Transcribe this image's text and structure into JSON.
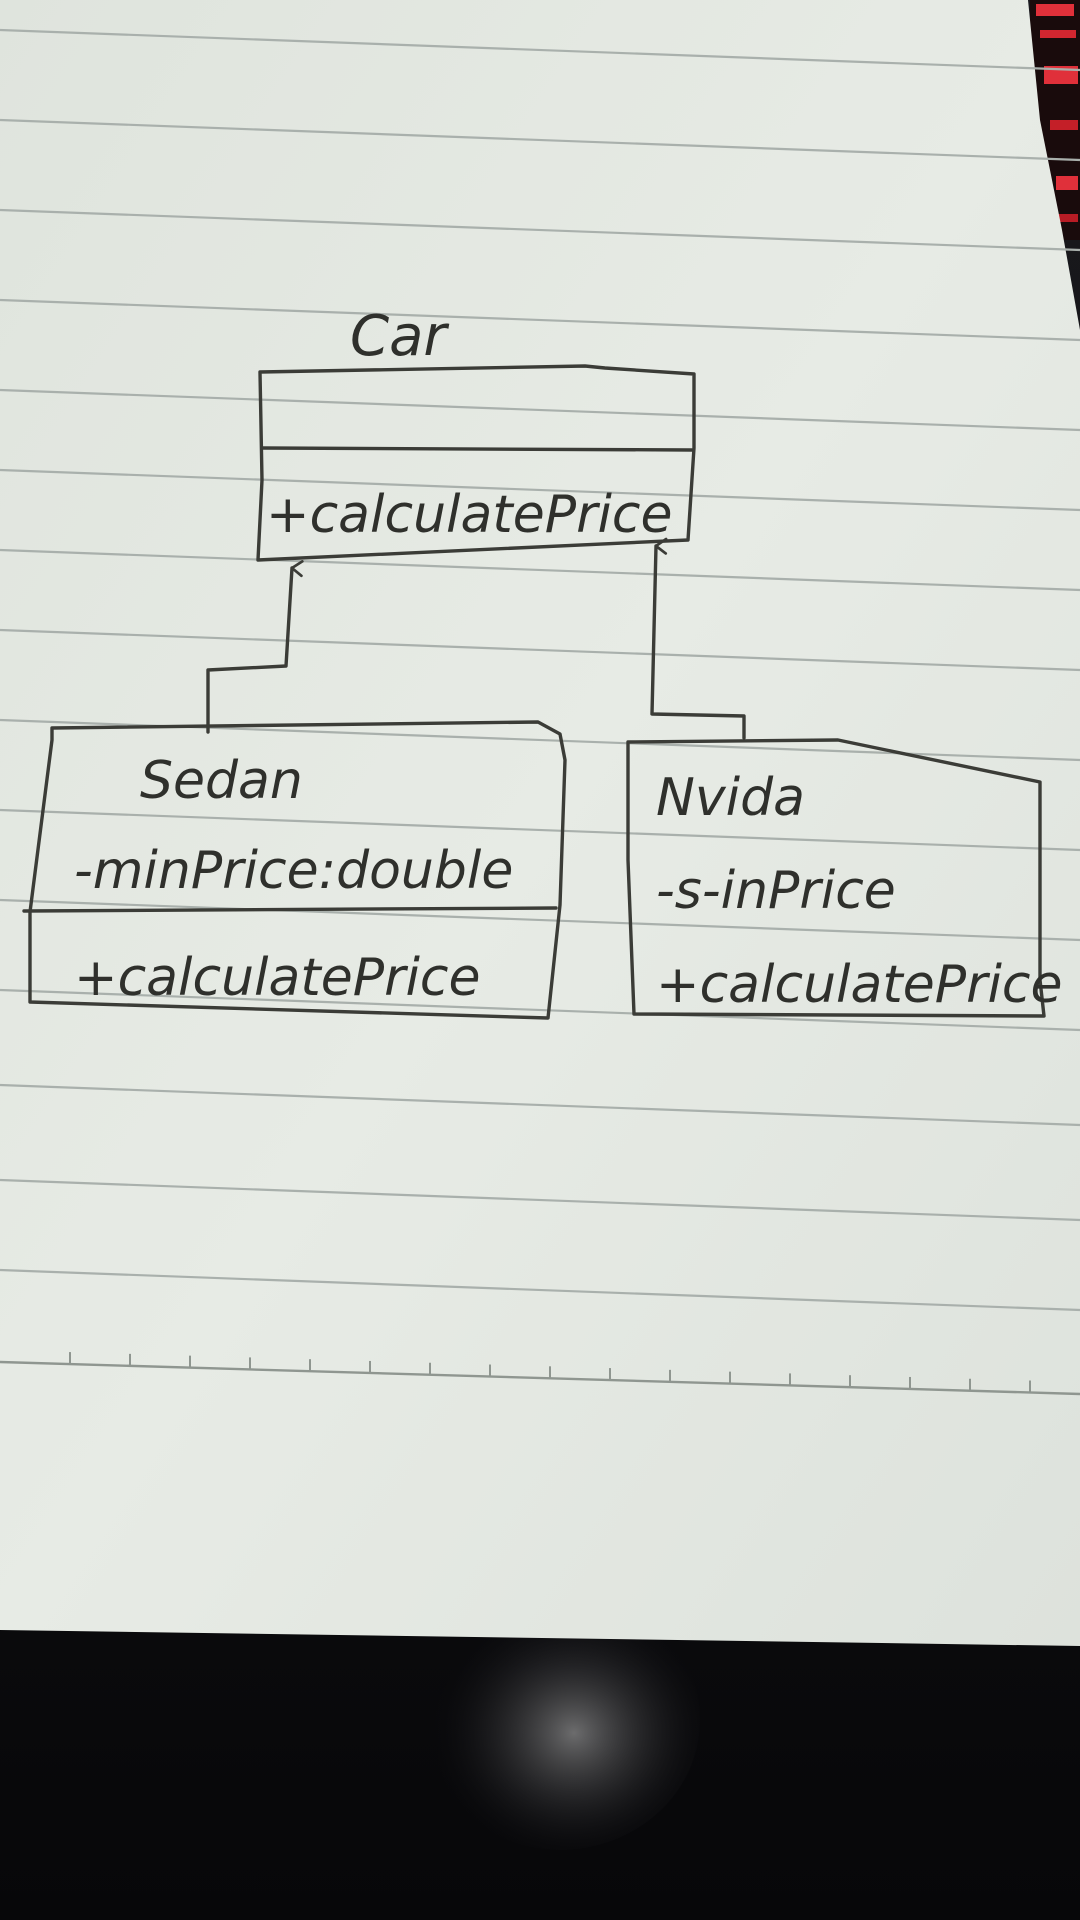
{
  "diagram": {
    "superclass": {
      "name": "Car",
      "attributes": [],
      "methods": [
        "+calculatePrice"
      ]
    },
    "subclasses": [
      {
        "name": "Sedan",
        "attributes": [
          "-minPrice:double"
        ],
        "methods": [
          "+calculatePrice"
        ]
      },
      {
        "name": "Nvida",
        "attributes": [
          "-s-inPrice"
        ],
        "methods": [
          "+calculatePrice"
        ]
      }
    ],
    "relations": [
      {
        "from": "Sedan",
        "to": "Car",
        "type": "inheritance"
      },
      {
        "from": "Nvida",
        "to": "Car",
        "type": "inheritance"
      }
    ]
  },
  "colors": {
    "paper": "#e4e9e3",
    "ink": "#3b3c37",
    "rule_lines": "#a9b0ac",
    "background": "#0b0b0e",
    "led_red": "#e0303a"
  }
}
